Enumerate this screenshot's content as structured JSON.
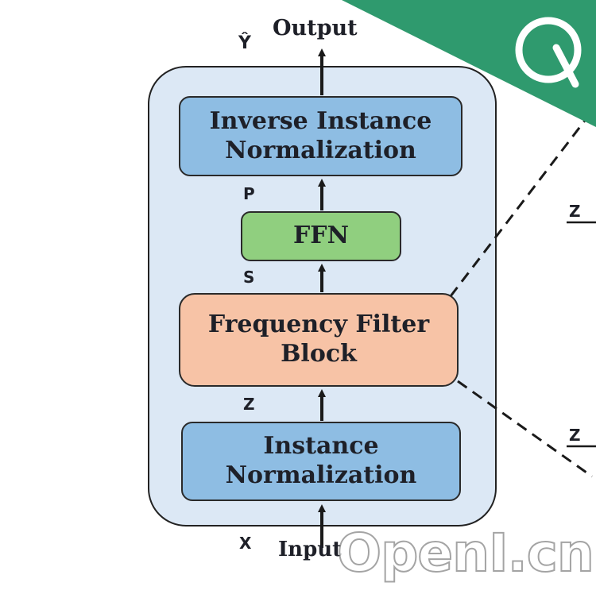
{
  "diagram": {
    "output_label": "Output",
    "output_symbol": "Ŷ",
    "input_label": "Input",
    "input_symbol": "X",
    "blocks": {
      "inverse_instance_norm": [
        "Inverse Instance",
        "Normalization"
      ],
      "ffn": "FFN",
      "frequency_filter": [
        "Frequency Filter",
        "Block"
      ],
      "instance_norm": [
        "Instance",
        "Normalization"
      ]
    },
    "edge_labels": {
      "p": "P",
      "s": "S",
      "z": "Z"
    },
    "right_labels": {
      "z_top": "Z",
      "z_bottom": "Z"
    }
  },
  "watermark": "OpenI.cn",
  "colors": {
    "container_fill": "#dce8f5",
    "norm_block": "#8ebde3",
    "ffn_block": "#90cf7f",
    "filter_block": "#f7c3a6",
    "banner": "#2f9a6e"
  }
}
